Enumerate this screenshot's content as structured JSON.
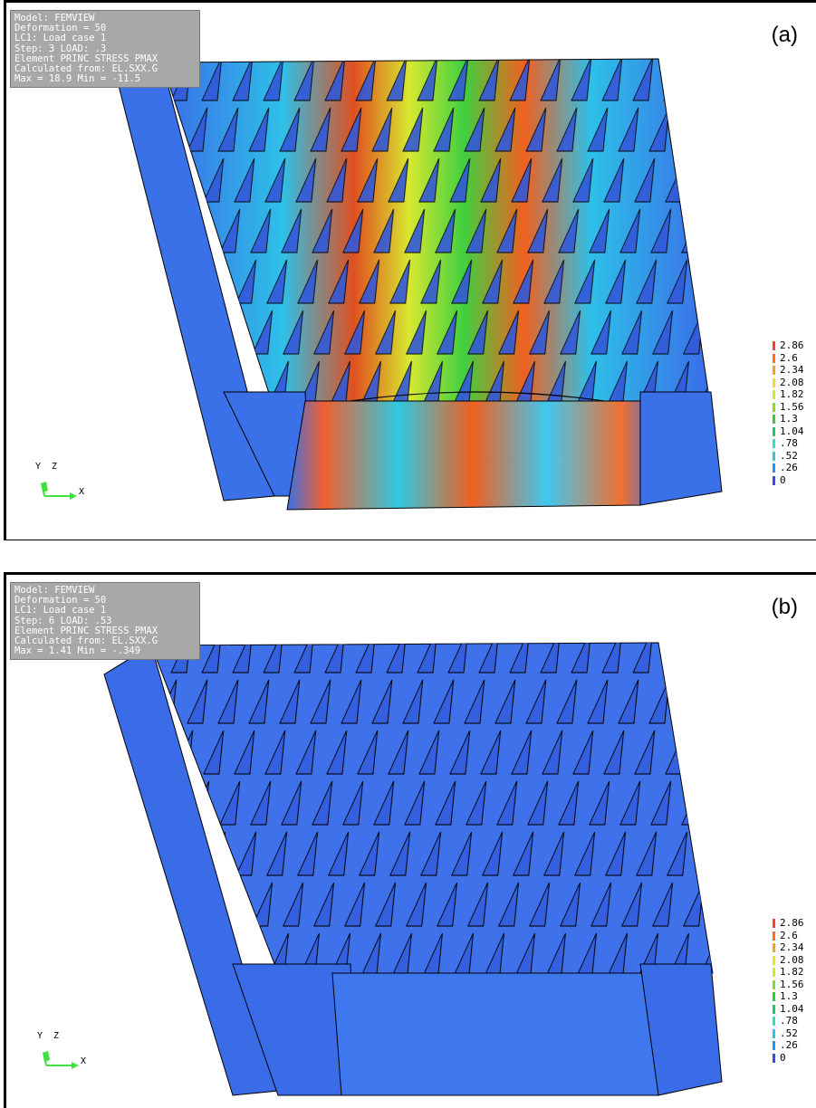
{
  "panels": [
    {
      "label": "(a)",
      "info": [
        "Model: FEMVIEW",
        "Deformation = 50",
        "LC1: Load case 1",
        "Step: 3  LOAD: .3",
        "Element PRINC STRESS PMAX",
        "Calculated from: EL.SXX.G",
        "Max = 18.9  Min = -11.5"
      ],
      "axes": {
        "y": "Y",
        "z": "Z",
        "x": "X"
      }
    },
    {
      "label": "(b)",
      "info": [
        "Model: FEMVIEW",
        "Deformation = 50",
        "LC1: Load case 1",
        "Step: 6  LOAD: .53",
        "Element PRINC STRESS PMAX",
        "Calculated from: EL.SXX.G",
        "Max = 1.41  Min = -.349"
      ],
      "axes": {
        "y": "Y",
        "z": "Z",
        "x": "X"
      }
    }
  ],
  "legend": [
    {
      "value": "2.86",
      "color": "#ff4020"
    },
    {
      "value": "2.6",
      "color": "#ff7020"
    },
    {
      "value": "2.34",
      "color": "#ffa020"
    },
    {
      "value": "2.08",
      "color": "#f0e020"
    },
    {
      "value": "1.82",
      "color": "#c8f020"
    },
    {
      "value": "1.56",
      "color": "#80e020"
    },
    {
      "value": "1.3",
      "color": "#30d030"
    },
    {
      "value": "1.04",
      "color": "#20c860"
    },
    {
      "value": ".78",
      "color": "#30e0c0"
    },
    {
      "value": ".52",
      "color": "#30c0f0"
    },
    {
      "value": ".26",
      "color": "#3090f0"
    },
    {
      "value": "0",
      "color": "#3050e0"
    }
  ]
}
